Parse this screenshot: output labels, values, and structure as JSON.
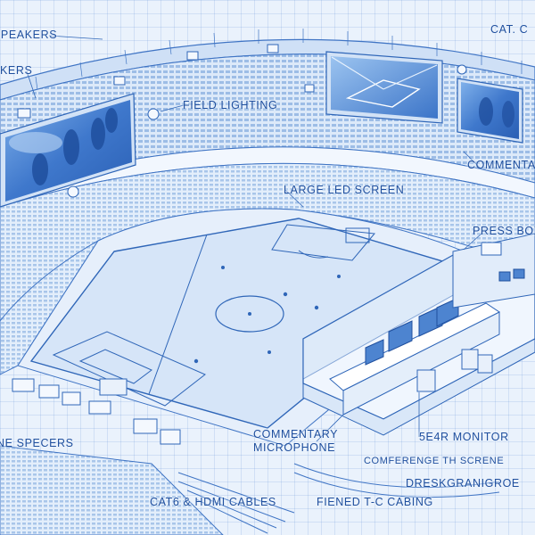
{
  "labels": {
    "speakers_top": "SPEAKERS",
    "speakers_mid": "KERS",
    "cat_top": "CAT. C",
    "field_lighting": "FIELD LIGHTING",
    "commentary": "COMMENTA",
    "large_led_screen": "LARGE LED SCREEN",
    "press_box": "PRESS BOX",
    "line_speakers": "NE SPECERS",
    "commentary_microphone_1": "COMMENTARY",
    "commentary_microphone_2": "MICROPHONE",
    "s4r_monitor": "5E4R MONITOR",
    "conference_screen": "COMFERENGE TH SCRENE",
    "design_group": "DRESKGRANIGROE",
    "cables": "CAT6 & HDMI CABLES",
    "fiber_cabling": "FIENED T-C CABING"
  },
  "colors": {
    "background": "#eaf2fc",
    "ink": "#1f4f9e",
    "line": "#3f74c4",
    "field": "#d6e5f8",
    "screen": "#5a8fd6",
    "seat": "#9dbde6"
  }
}
